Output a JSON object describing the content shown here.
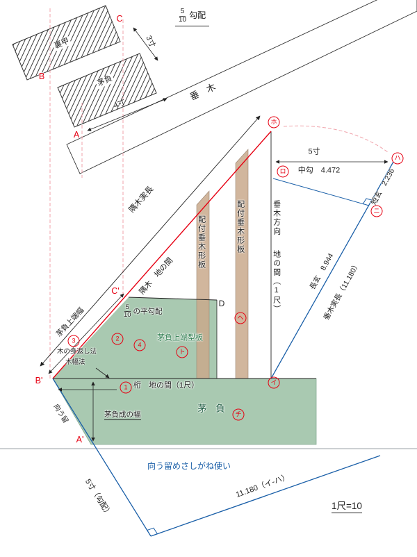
{
  "slope_box": {
    "num": "5",
    "den": "10",
    "suffix": "勾配"
  },
  "flat_slope": {
    "num": "5",
    "den": "10",
    "suffix": "の平勾配"
  },
  "bands": {
    "urago": "裏甲",
    "kayaoi": "茅負",
    "taruki": "垂　木"
  },
  "points": {
    "a": "A",
    "b": "B",
    "c": "C",
    "a_prime": "A'",
    "b_prime": "B'",
    "c_prime": "C'",
    "d": "D"
  },
  "circled_kana": {
    "ho": "ホ",
    "ro": "ロ",
    "ha": "ハ",
    "ni": "ニ",
    "i": "イ",
    "he": "ヘ",
    "to": "ト",
    "chi": "チ"
  },
  "circled_numbers": {
    "n1": "1",
    "n2": "2",
    "n3": "3",
    "n4": "4"
  },
  "dimensions": {
    "d3sun": "3寸",
    "d4sun": "4寸",
    "d5sun": "5寸",
    "sumiki_jitcho": "隅木実長",
    "chuko": "中勾　4.472",
    "tangen": "短玄　2.236",
    "chogen": "長玄　8.944",
    "taruki_jitcho": "垂木実長（11.180）",
    "taruki_hoko": "垂木方向",
    "chi_no_ma": "地の間（1尺）",
    "sumiki_chi_no_ma": "隅木　地の間",
    "kayaoi_jotan_haba": "茅負上端幅",
    "keta_chi_no_ma": "桁　地の間（1尺）",
    "kayaoi_sei_no_haba": "茅負成の幅",
    "mukou_dome": "向う留",
    "gosun_kobai": "5寸（勾配）",
    "bottom_length": "11.180（イ-ハ）"
  },
  "texts": {
    "ki_no_migaeshi": "木の身返し法",
    "kihaba_ho": "木幅法",
    "haitsuke_taruki_keita": "配付垂木形板",
    "kayaoi_jotan_kata": "茅負上端型板",
    "kayaoi_block": "茅　負",
    "mukou_dome_note": "向う留めさしがね使い",
    "scale_note": "1尺=10"
  },
  "colors": {
    "red_line": "#e60012",
    "blue_line": "#1a5fa8",
    "green_fill": "#a9c9b1",
    "tan_fill": "#c9a98c",
    "pink_dash": "#f0a3ab"
  }
}
